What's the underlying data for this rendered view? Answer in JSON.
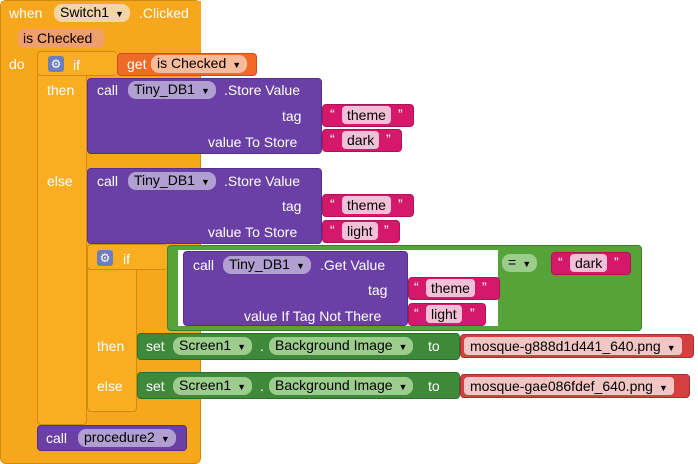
{
  "event": {
    "when": "when",
    "component": "Switch1",
    "clicked": ".Clicked",
    "param": "is Checked",
    "do": "do"
  },
  "if1": {
    "if": "if",
    "then": "then",
    "else": "else",
    "get": "get",
    "var": "is Checked"
  },
  "store1": {
    "call": "call",
    "component": "Tiny_DB1",
    "method": ".Store Value",
    "tag_label": "tag",
    "tag": "theme",
    "value_label": "value To Store",
    "value": "dark"
  },
  "store2": {
    "call": "call",
    "component": "Tiny_DB1",
    "method": ".Store Value",
    "tag_label": "tag",
    "tag": "theme",
    "value_label": "value To Store",
    "value": "light"
  },
  "if2": {
    "if": "if",
    "then": "then",
    "else": "else",
    "op": "="
  },
  "getvalue": {
    "call": "call",
    "component": "Tiny_DB1",
    "method": ".Get Value",
    "tag_label": "tag",
    "tag": "theme",
    "notfound_label": "value If Tag Not There",
    "notfound": "light"
  },
  "compare": {
    "value": "dark"
  },
  "set1": {
    "set": "set",
    "component": "Screen1",
    "dot": ".",
    "property": "Background Image",
    "to": "to",
    "image": "mosque-g888d1d441_640.png"
  },
  "set2": {
    "set": "set",
    "component": "Screen1",
    "dot": ".",
    "property": "Background Image",
    "to": "to",
    "image": "mosque-gae086fdef_640.png"
  },
  "procedure": {
    "call": "call",
    "name": "procedure2"
  },
  "quotes": {
    "open": "“",
    "close": "”"
  },
  "icons": {
    "gear": "gear-icon",
    "dropdown": "chevron-down-icon"
  }
}
